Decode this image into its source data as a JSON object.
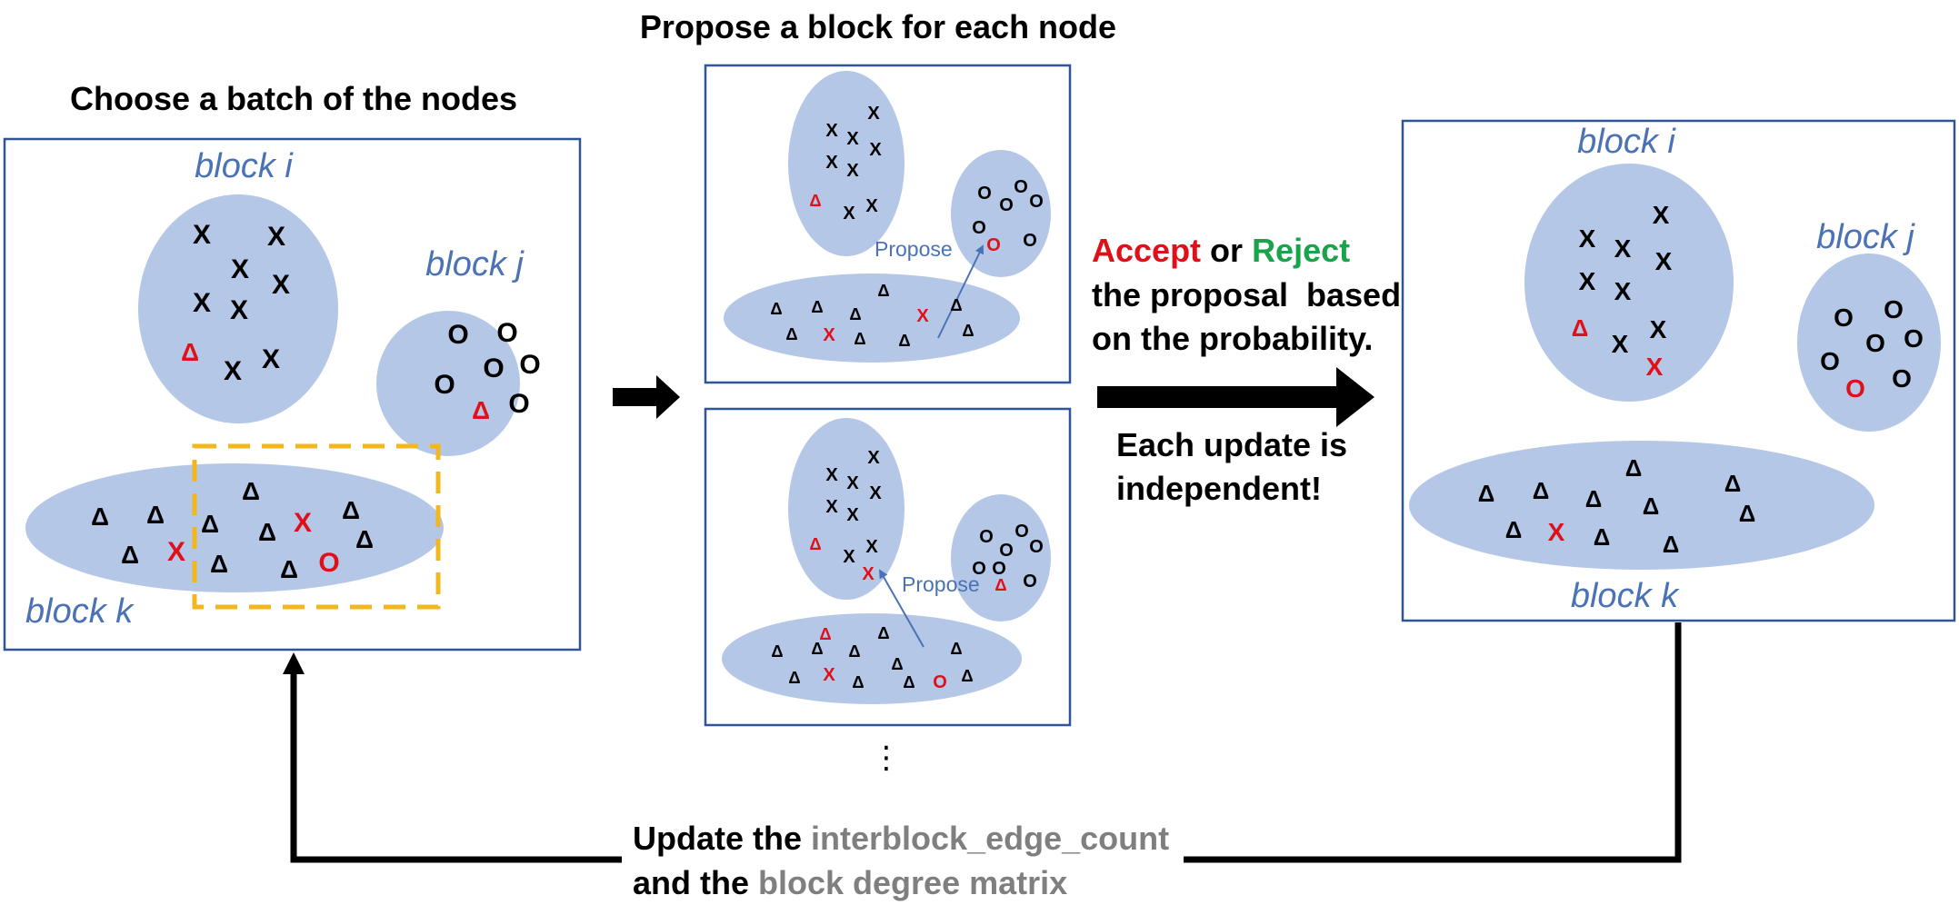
{
  "headings": {
    "choose_batch": "Choose a batch of the nodes",
    "propose_block": "Propose a block for each node"
  },
  "labels": {
    "block_i": "block i",
    "block_j": "block j",
    "block_k": "block k",
    "propose": "Propose",
    "ellipsis": "⋮"
  },
  "decision": {
    "accept": "Accept",
    "or": " or ",
    "reject": "Reject",
    "line2": "the proposal  based",
    "line3": "on the probability."
  },
  "note": {
    "line1": "Each update is",
    "line2": "independent!"
  },
  "footer": {
    "line1_prefix": "Update the ",
    "line1_term": "interblock_edge_count",
    "line2_prefix": "and the ",
    "line2_term": "block degree matrix"
  },
  "colors": {
    "block_fill": "#b4c7e7",
    "panel_border": "#2f5597",
    "label_blue": "#4a72b5",
    "accent_red": "#e0101a",
    "accept_red": "#e0101a",
    "reject_green": "#19a34a",
    "term_gray": "#7f7f7f",
    "batch_box": "#f2b71c",
    "arrow_black": "#000000"
  },
  "symbols": {
    "x": "X",
    "o": "O",
    "triangle": "Δ"
  }
}
